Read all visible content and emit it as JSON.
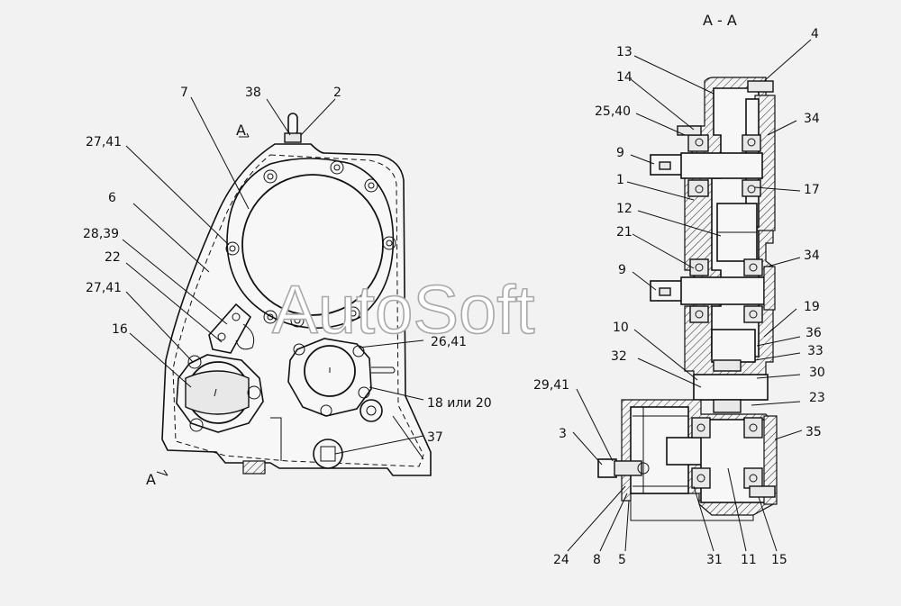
{
  "section_title": "А - А",
  "section_marks": {
    "top": "А",
    "bottom": "А"
  },
  "watermark": "AutoSoft",
  "labels_left": {
    "l7": "7",
    "l38": "38",
    "l2": "2",
    "l27_41_a": "27,41",
    "l6": "6",
    "l28_39": "28,39",
    "l22": "22",
    "l27_41_b": "27,41",
    "l16": "16",
    "l26_41": "26,41",
    "l18_20": "18 или 20",
    "l37": "37"
  },
  "labels_right": {
    "l13": "13",
    "l4": "4",
    "l14": "14",
    "l25_40": "25,40",
    "l34_a": "34",
    "l9_a": "9",
    "l1": "1",
    "l17": "17",
    "l12": "12",
    "l21": "21",
    "l34_b": "34",
    "l9_b": "9",
    "l19": "19",
    "l10": "10",
    "l36": "36",
    "l33": "33",
    "l32": "32",
    "l30": "30",
    "l29_41": "29,41",
    "l23": "23",
    "l3": "3",
    "l35": "35",
    "l24": "24",
    "l8": "8",
    "l5": "5",
    "l31": "31",
    "l11": "11",
    "l15": "15"
  }
}
